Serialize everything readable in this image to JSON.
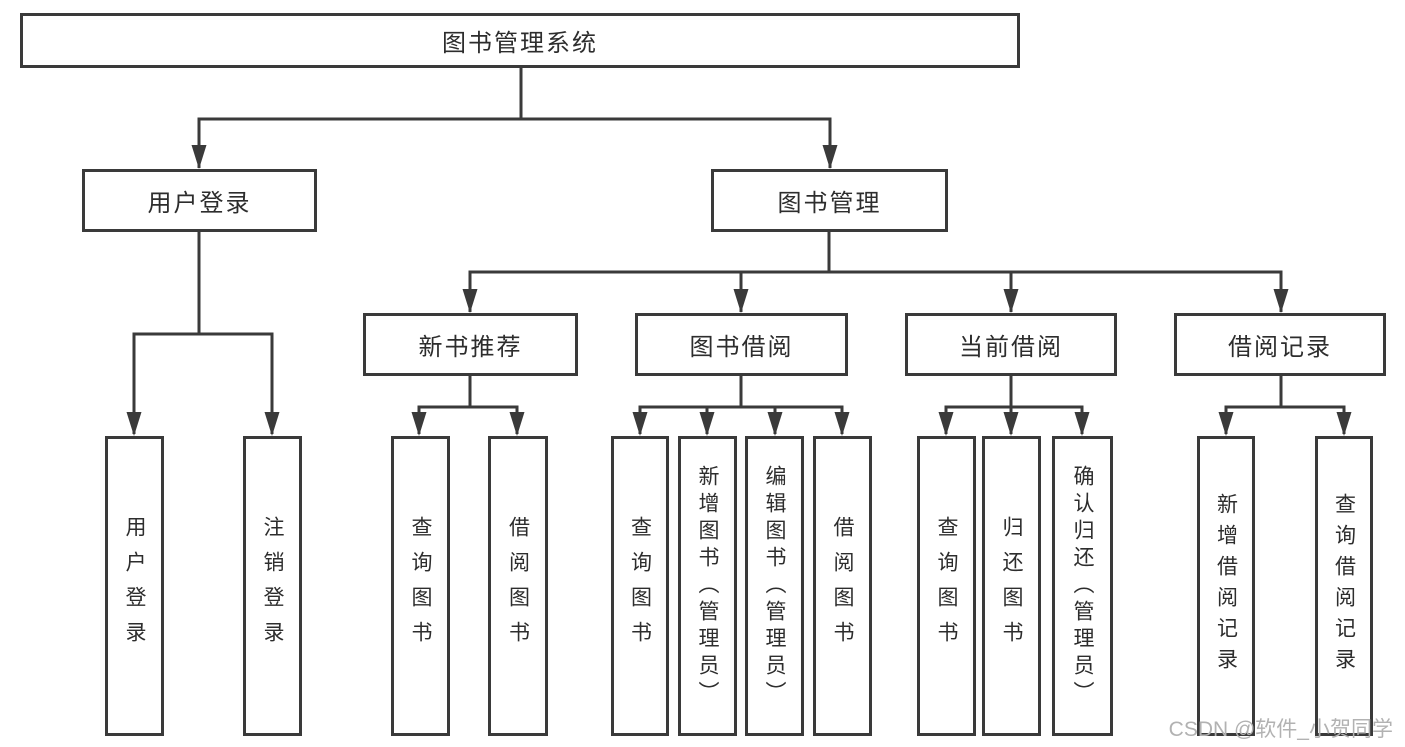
{
  "diagram_type": "hierarchy-tree",
  "tree": {
    "label": "图书管理系统",
    "children": [
      {
        "label": "用户登录",
        "children": [
          {
            "label": "用户登录"
          },
          {
            "label": "注销登录"
          }
        ]
      },
      {
        "label": "图书管理",
        "children": [
          {
            "label": "新书推荐",
            "children": [
              {
                "label": "查询图书"
              },
              {
                "label": "借阅图书"
              }
            ]
          },
          {
            "label": "图书借阅",
            "children": [
              {
                "label": "查询图书"
              },
              {
                "label": "新增图书（管理员）"
              },
              {
                "label": "编辑图书（管理员）"
              },
              {
                "label": "借阅图书"
              }
            ]
          },
          {
            "label": "当前借阅",
            "children": [
              {
                "label": "查询图书"
              },
              {
                "label": "归还图书"
              },
              {
                "label": "确认归还（管理员）"
              }
            ]
          },
          {
            "label": "借阅记录",
            "children": [
              {
                "label": "新增借阅记录"
              },
              {
                "label": "查询借阅记录"
              }
            ]
          }
        ]
      }
    ]
  },
  "watermark": "CSDN @软件_小贺同学",
  "colors": {
    "line": "#3a3a3a",
    "text": "#2d2d2d",
    "background": "#ffffff",
    "watermark": "#b2b2b2"
  }
}
